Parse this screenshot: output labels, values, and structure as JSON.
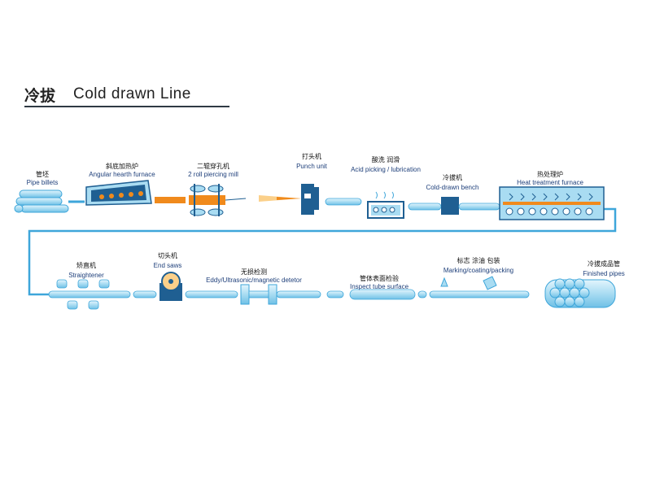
{
  "title": {
    "cn": "冷拔",
    "en": "Cold drawn Line"
  },
  "stages": {
    "pipe_billets": {
      "cn": "管坯",
      "en": "Pipe billets"
    },
    "angular_furnace": {
      "cn": "斜底加热炉",
      "en": "Angular hearth furnace"
    },
    "piercing_mill": {
      "cn": "二辊穿孔机",
      "en": "2 roll piercing mill"
    },
    "punch_unit": {
      "cn": "打头机",
      "en": "Punch unit"
    },
    "acid_pickling": {
      "cn": "酸洗 润滑",
      "en": "Acid picking / lubrication"
    },
    "cold_drawn_bench": {
      "cn": "冷拔机",
      "en": "Cold-drawn bench"
    },
    "heat_treatment": {
      "cn": "热处理炉",
      "en": "Heat treatment furnace"
    },
    "straightener": {
      "cn": "矫直机",
      "en": "Straightener"
    },
    "end_saws": {
      "cn": "切头机",
      "en": "End saws"
    },
    "ndt": {
      "cn": "无损检测",
      "en": "Eddy/Ultrasonic/magnetic detetor"
    },
    "inspect_surface": {
      "cn": "管体表面检验",
      "en": "Inspect tube surface"
    },
    "marking": {
      "cn": "标志 涂油 包装",
      "en": "Marking/coating/packing"
    },
    "finished": {
      "cn": "冷拔成品管",
      "en": "Finished pipes"
    }
  },
  "colors": {
    "pipe": "#a9dcf2",
    "pipe_stroke": "#3ea6da",
    "machine": "#1f5f92",
    "hot": "#f08a1c",
    "flow_line": "#3ea6da"
  }
}
